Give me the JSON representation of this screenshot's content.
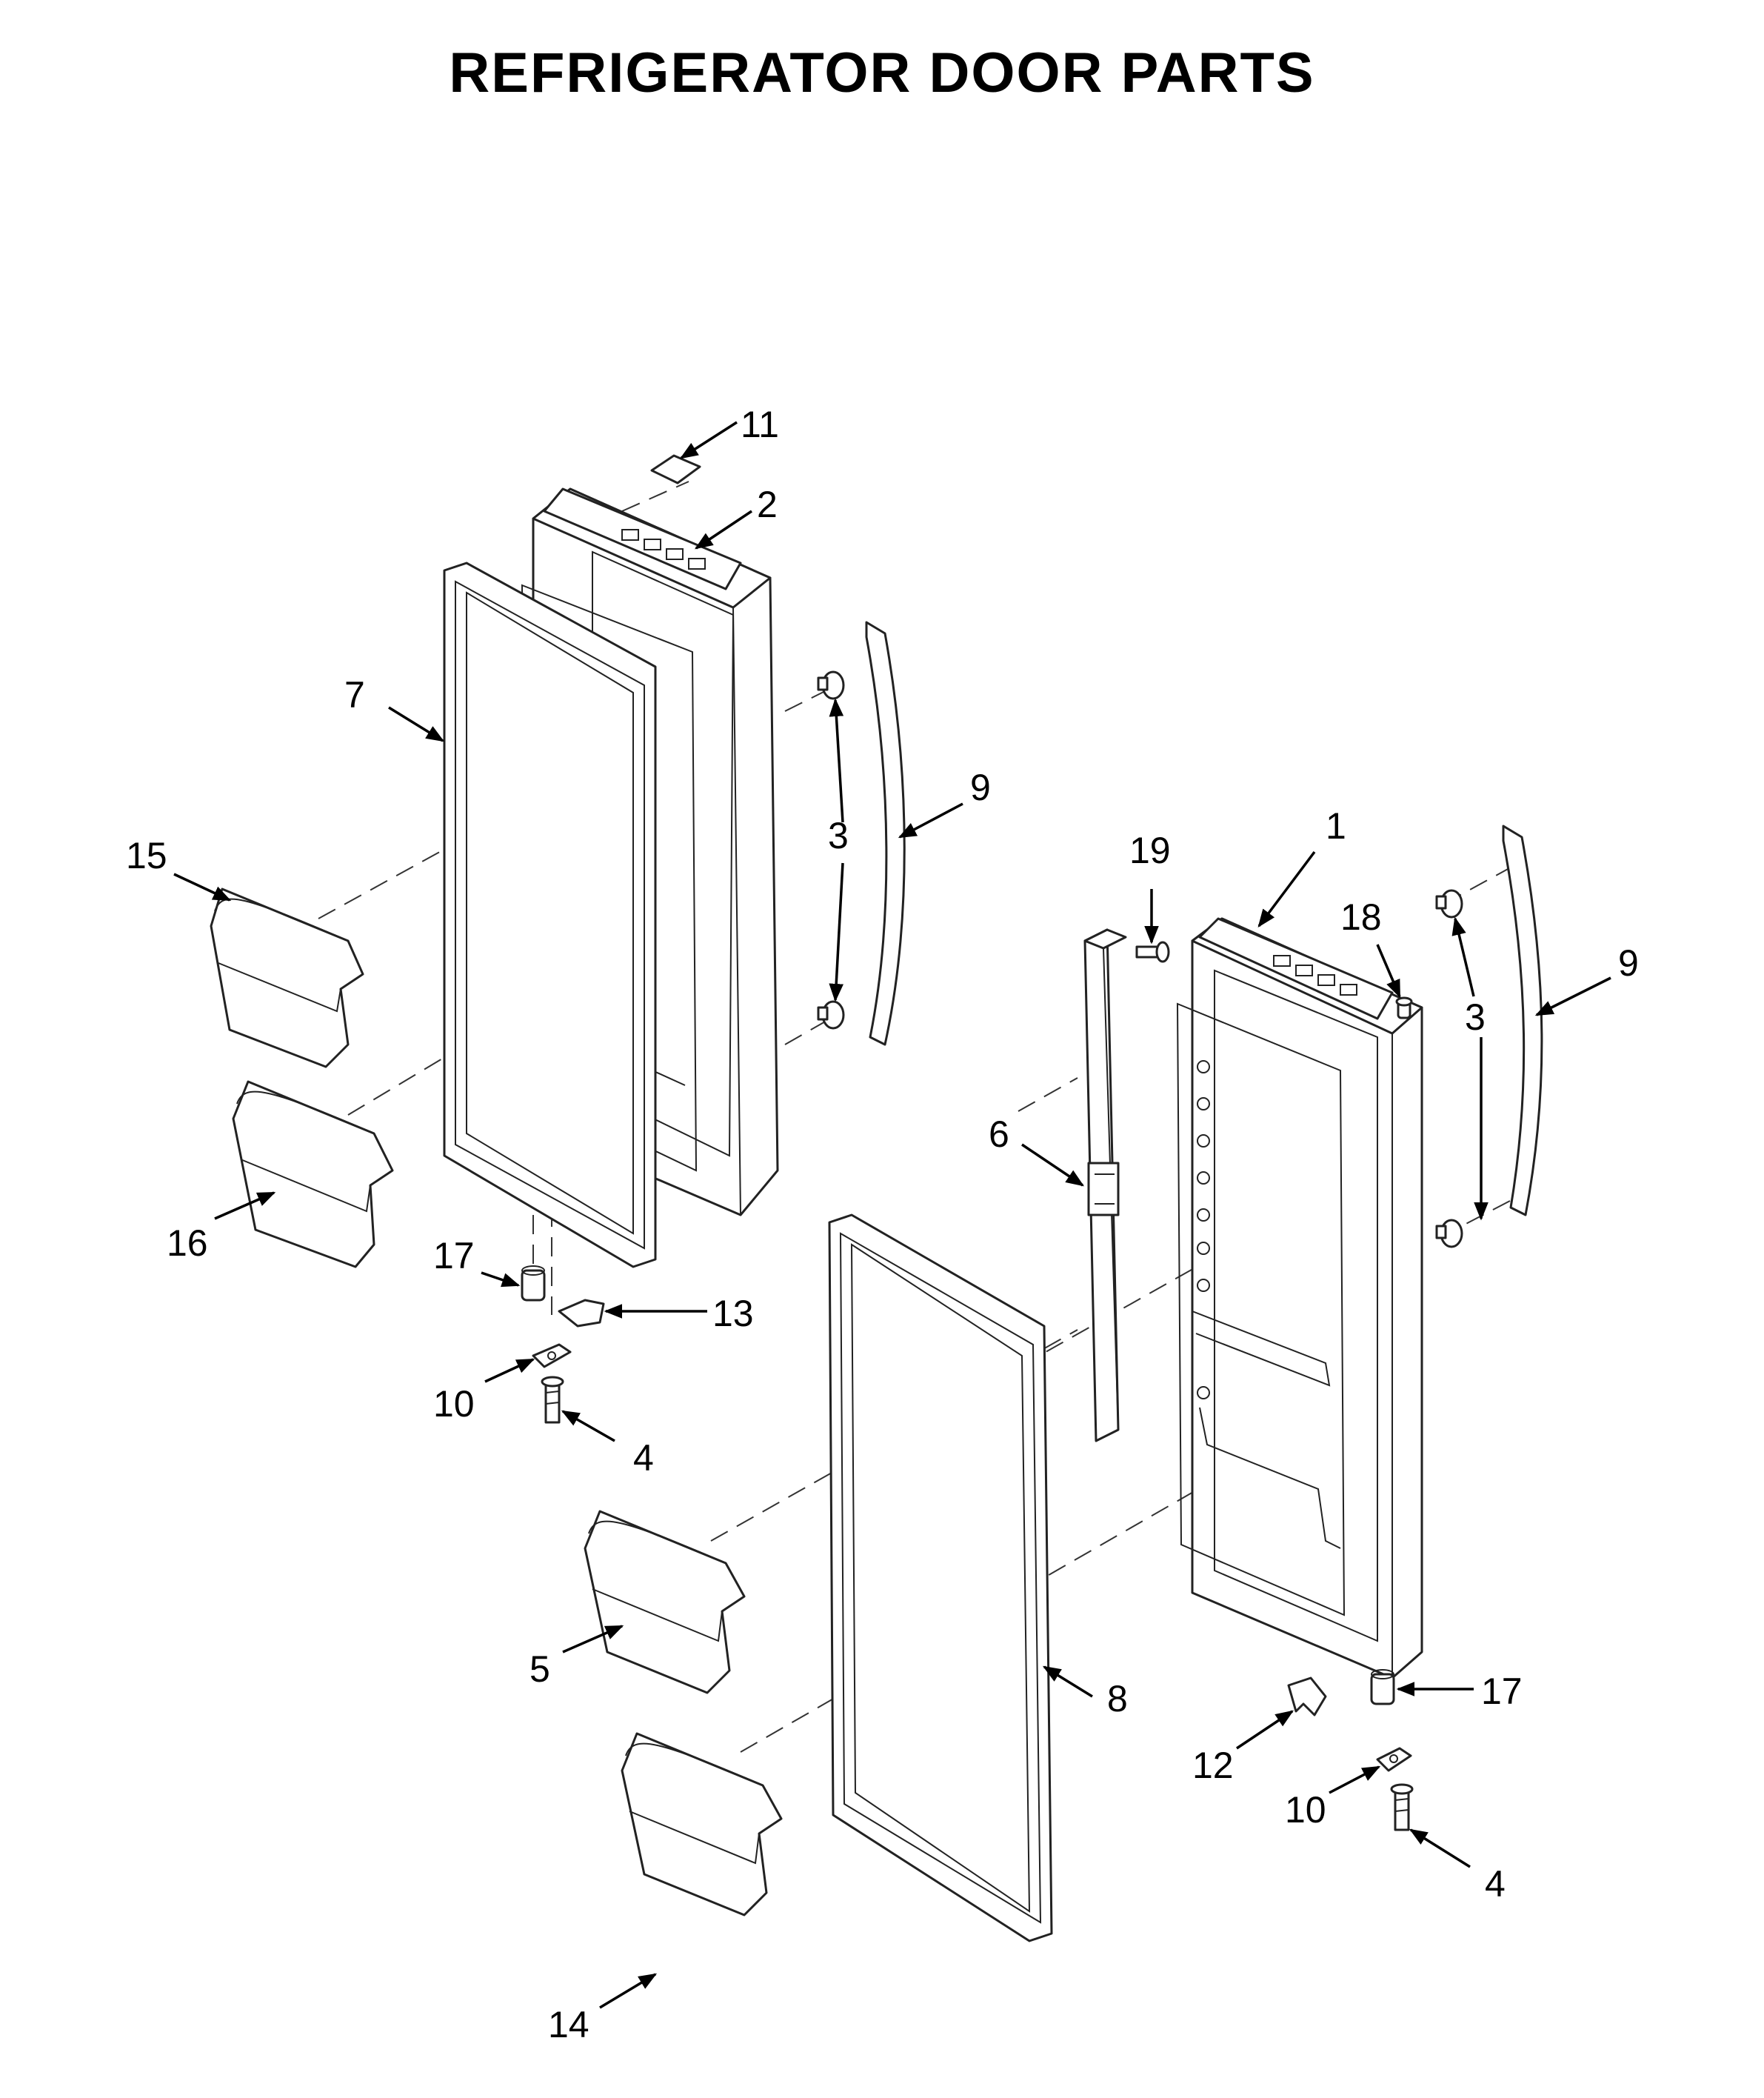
{
  "title": "REFRIGERATOR DOOR PARTS",
  "colors": {
    "line": "#222222",
    "background": "#ffffff"
  },
  "callouts": {
    "c11": "11",
    "c2": "2",
    "c7": "7",
    "c3a": "3",
    "c9a": "9",
    "c15": "15",
    "c16": "16",
    "c17a": "17",
    "c13": "13",
    "c10a": "10",
    "c4a": "4",
    "c19": "19",
    "c1": "1",
    "c18": "18",
    "c3b": "3",
    "c9b": "9",
    "c6": "6",
    "c5": "5",
    "c8": "8",
    "c17b": "17",
    "c12": "12",
    "c10b": "10",
    "c14": "14",
    "c4b": "4"
  }
}
